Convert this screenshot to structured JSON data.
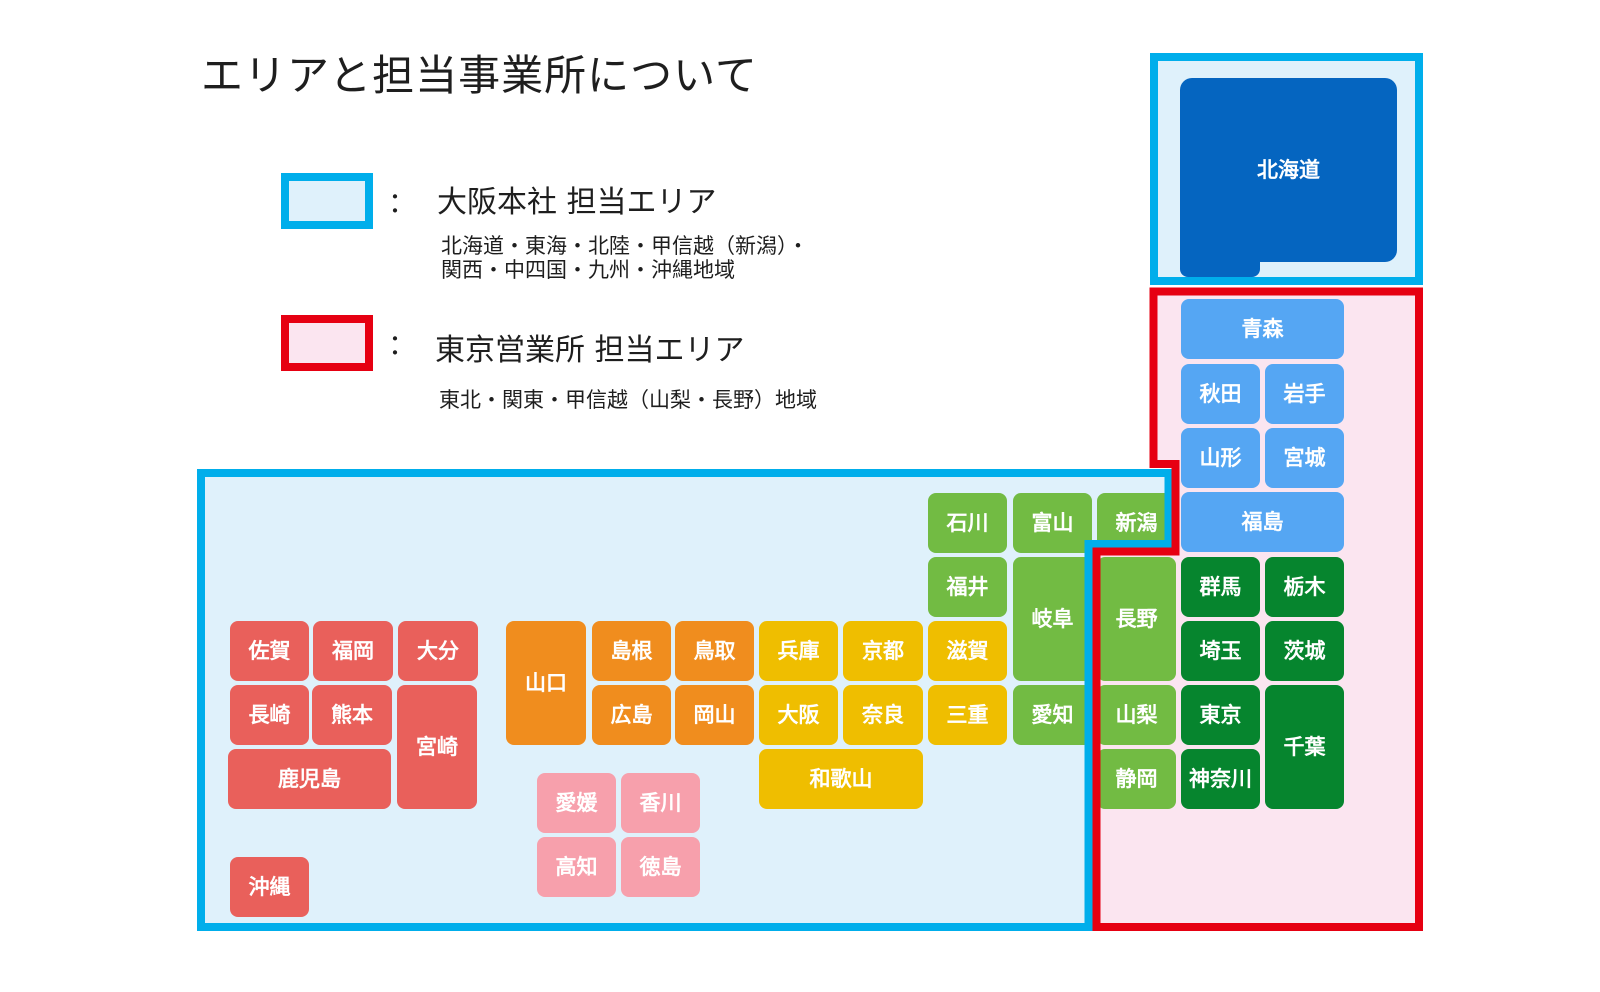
{
  "title": "エリアと担当事業所について",
  "legend": {
    "osaka": {
      "separator": "：",
      "heading": "大阪本社 担当エリア",
      "lines": [
        "北海道・東海・北陸・甲信越（新潟）・",
        "関西・中四国・九州・沖縄地域"
      ],
      "border_color": "#00AEEB",
      "fill_color": "#DFF1FB"
    },
    "tokyo": {
      "separator": "：",
      "heading": "東京営業所 担当エリア",
      "lines": [
        "東北・関東・甲信越（山梨・長野）地域"
      ],
      "border_color": "#E60012",
      "fill_color": "#FBE5F0"
    }
  },
  "map": {
    "hokkaido": {
      "color": "#0565C0",
      "prefectures": {
        "hokkaido": "北海道"
      }
    },
    "tohoku": {
      "color": "#55A6F3",
      "prefectures": {
        "aomori": "青森",
        "akita": "秋田",
        "iwate": "岩手",
        "yamagata": "山形",
        "miyagi": "宮城",
        "fukushima": "福島"
      }
    },
    "kanto": {
      "color": "#06852E",
      "prefectures": {
        "gunma": "群馬",
        "tochigi": "栃木",
        "saitama": "埼玉",
        "ibaraki": "茨城",
        "tokyo": "東京",
        "chiba": "千葉",
        "kanagawa": "神奈川"
      }
    },
    "chubu": {
      "color": "#72BB43",
      "prefectures": {
        "ishikawa": "石川",
        "toyama": "富山",
        "niigata": "新潟",
        "fukui": "福井",
        "gifu": "岐阜",
        "aichi": "愛知",
        "nagano": "長野",
        "yamanashi": "山梨",
        "shizuoka": "静岡"
      }
    },
    "kinki": {
      "color": "#EFBE00",
      "prefectures": {
        "shiga": "滋賀",
        "mie": "三重",
        "hyogo": "兵庫",
        "kyoto": "京都",
        "osaka": "大阪",
        "nara": "奈良",
        "wakayama": "和歌山"
      }
    },
    "chugoku": {
      "color": "#F08D1E",
      "prefectures": {
        "yamaguchi": "山口",
        "shimane": "島根",
        "tottori": "鳥取",
        "hiroshima": "広島",
        "okayama": "岡山"
      }
    },
    "shikoku": {
      "color": "#F7A0AC",
      "prefectures": {
        "ehime": "愛媛",
        "kagawa": "香川",
        "kochi": "高知",
        "tokushima": "徳島"
      }
    },
    "kyushu": {
      "color": "#E9605B",
      "prefectures": {
        "saga": "佐賀",
        "fukuoka": "福岡",
        "oita": "大分",
        "nagasaki": "長崎",
        "kumamoto": "熊本",
        "miyazaki": "宮崎",
        "kagoshima": "鹿児島",
        "okinawa": "沖縄"
      }
    }
  }
}
